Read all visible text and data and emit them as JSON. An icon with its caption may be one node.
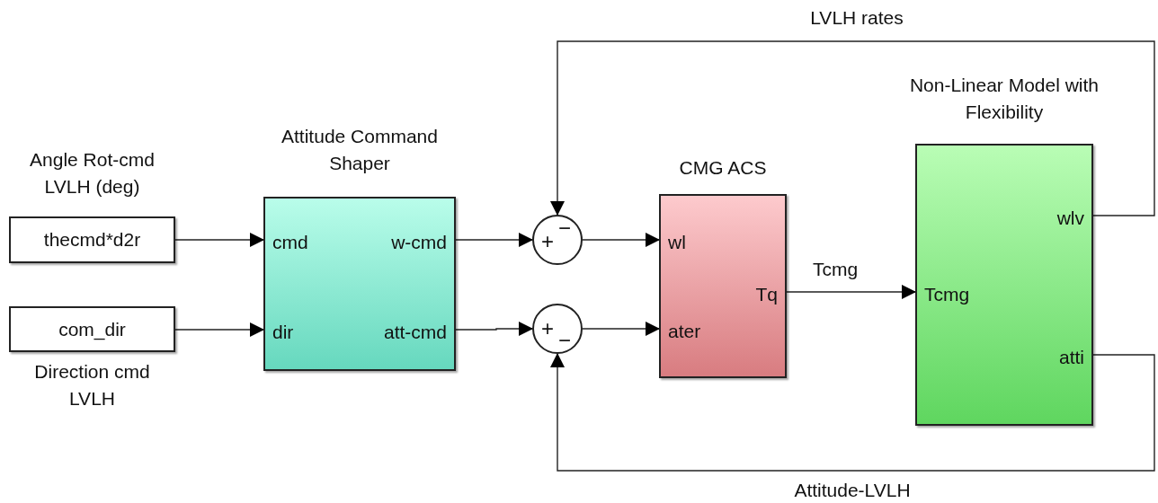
{
  "diagram": {
    "nodes": [
      {
        "text": [
          "Angle Rot-cmd LVLH (deg)",
          "thecmd*d2r"
        ]
      },
      {
        "text": [
          "com_dir",
          "Direction cmd LVLH"
        ]
      },
      {
        "text": [
          "Attitude Command Shaper",
          "cmd",
          "w-cmd",
          "dir",
          "att-cmd"
        ]
      },
      {
        "text": [
          "+",
          "−"
        ]
      },
      {
        "text": [
          "+",
          "−"
        ]
      },
      {
        "text": [
          "CMG ACS",
          "wl",
          "Tq",
          "ater"
        ]
      },
      {
        "text": [
          "Non-Linear Model with Flexibility",
          "wlv",
          "Tcmg",
          "atti"
        ]
      }
    ],
    "edges": [
      {
        "from": 0,
        "to": 2,
        "arrow": "to"
      },
      {
        "from": 1,
        "to": 2,
        "arrow": "to"
      },
      {
        "from": 2,
        "to": 3,
        "arrow": "to"
      },
      {
        "from": 2,
        "to": 4,
        "arrow": "to"
      },
      {
        "from": 3,
        "to": 5,
        "arrow": "to"
      },
      {
        "from": 4,
        "to": 5,
        "arrow": "to"
      },
      {
        "from": 5,
        "to": 6,
        "arrow": "to",
        "label": "Tcmg"
      },
      {
        "from": 6,
        "to": 3,
        "arrow": "to",
        "label": "LVLH rates"
      },
      {
        "from": 6,
        "to": 4,
        "arrow": "to",
        "label": "Attitude-LVLH"
      }
    ]
  }
}
